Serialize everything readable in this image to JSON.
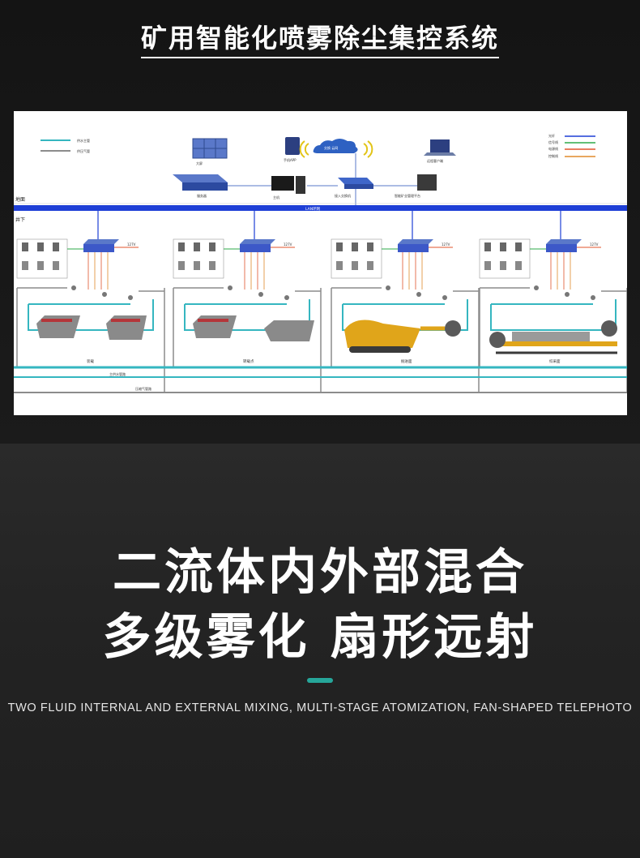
{
  "header": {
    "title": "矿用智能化喷雾除尘集控系统"
  },
  "diagram": {
    "legend_left": [
      "供水主管",
      "供压气管"
    ],
    "legend_right": [
      "光纤",
      "信号线",
      "电源线",
      "控制线"
    ],
    "surface_label": "地面",
    "underground_label": "井下",
    "lan_label": "LAN环网",
    "top_devices": [
      "大屏",
      "手机APP",
      "交换 云网",
      "远程客户端",
      "服务器",
      "主机",
      "接入交换机",
      "智能矿业管理平台"
    ],
    "voltage_label": "127V",
    "zones": [
      "装载",
      "转载点",
      "掘进面",
      "综采面"
    ],
    "mains": [
      "主供水管路",
      "压缩气管路"
    ],
    "colors": {
      "lan": "#1e3fd6",
      "water": "#35b6c0",
      "pipe": "#8c8c8c",
      "box": "#3c58c8",
      "machine": "#e0a51a"
    }
  },
  "main": {
    "headline1": "二流体内外部混合",
    "headline2": "多级雾化  扇形远射",
    "subtitle": "TWO FLUID INTERNAL AND EXTERNAL MIXING, MULTI-STAGE ATOMIZATION, FAN-SHAPED TELEPHOTO",
    "accent_color": "#26a69a"
  }
}
